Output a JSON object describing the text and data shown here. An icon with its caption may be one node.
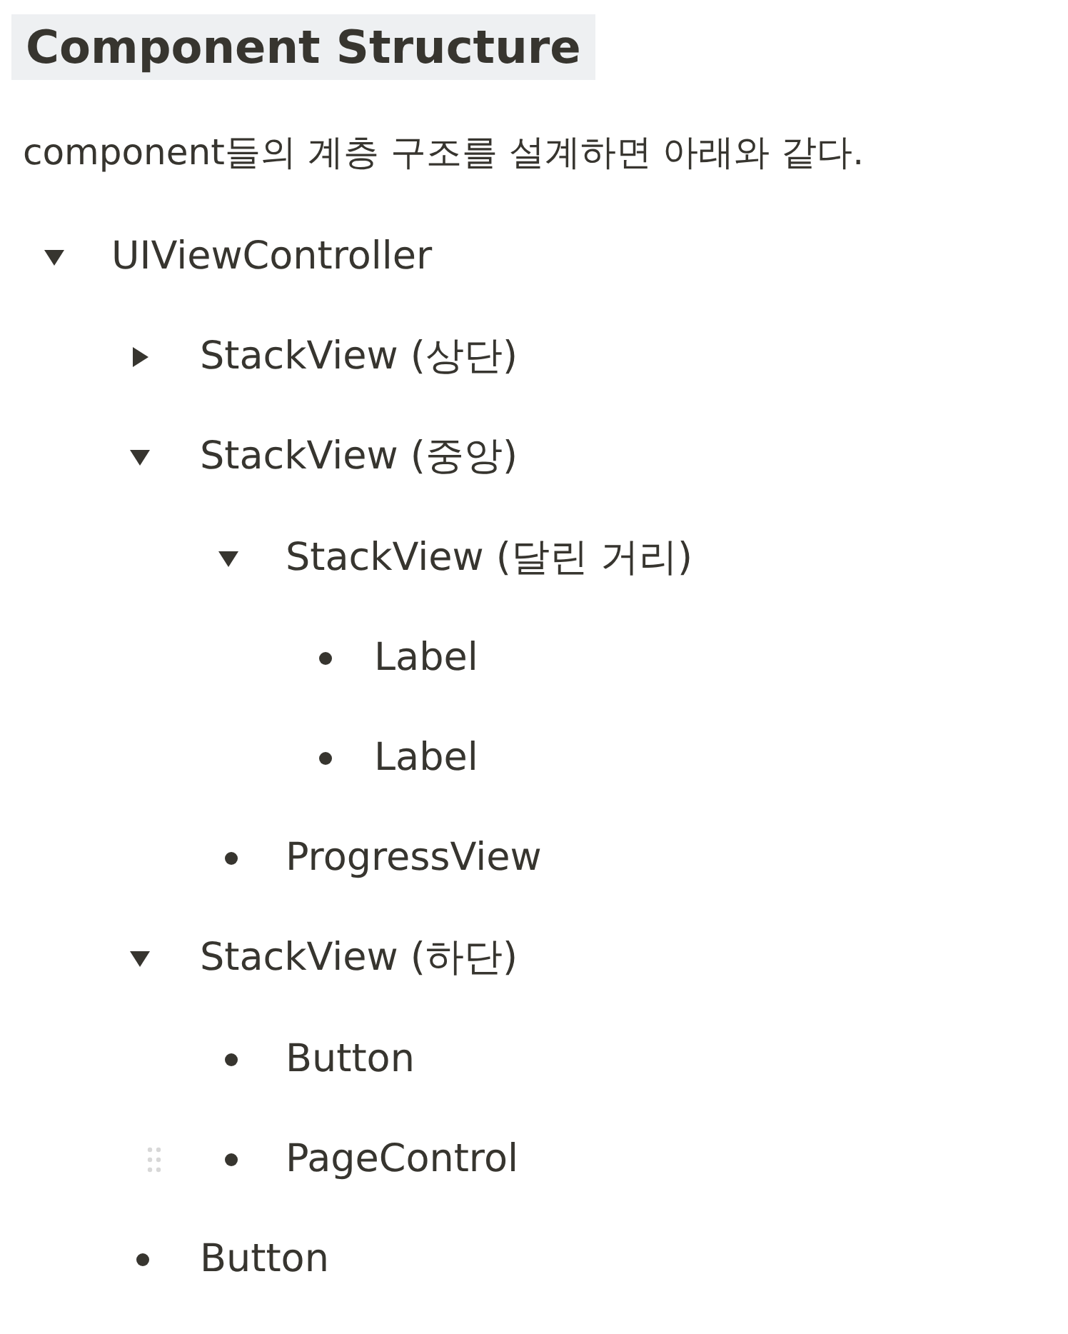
{
  "diagram": {
    "title": "Component Structure",
    "caption": "component들의 계층 구조를 설계하면 아래와 같다.",
    "labels": [
      "UIViewController",
      "StackView (상단)",
      "StackView (중앙)",
      "StackView (달린 거리)",
      "Label",
      "Label",
      "ProgressView",
      "StackView (하단)",
      "Button",
      "PageControl",
      "Button"
    ]
  }
}
